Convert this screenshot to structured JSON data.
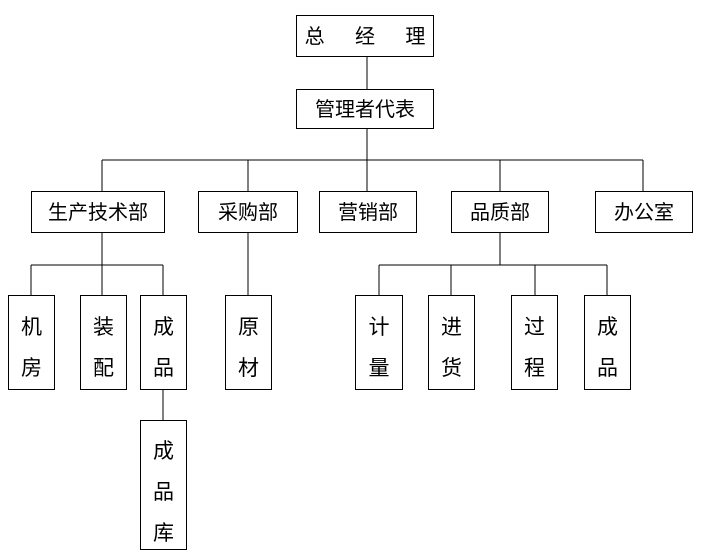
{
  "org_chart": {
    "top": "总 经 理",
    "rep": "管理者代表",
    "departments": {
      "production": "生产技术部",
      "purchasing": "采购部",
      "marketing": "营销部",
      "quality": "品质部",
      "office": "办公室"
    },
    "production_units": {
      "machine_room": [
        "机",
        "房"
      ],
      "assembly": [
        "装",
        "配"
      ],
      "finished": [
        "成",
        "品"
      ],
      "warehouse": [
        "成",
        "品",
        "库"
      ]
    },
    "purchasing_units": {
      "raw_material": [
        "原",
        "材"
      ]
    },
    "quality_units": {
      "metrology": [
        "计",
        "量"
      ],
      "incoming": [
        "进",
        "货"
      ],
      "process": [
        "过",
        "程"
      ],
      "final": [
        "成",
        "品"
      ]
    }
  }
}
